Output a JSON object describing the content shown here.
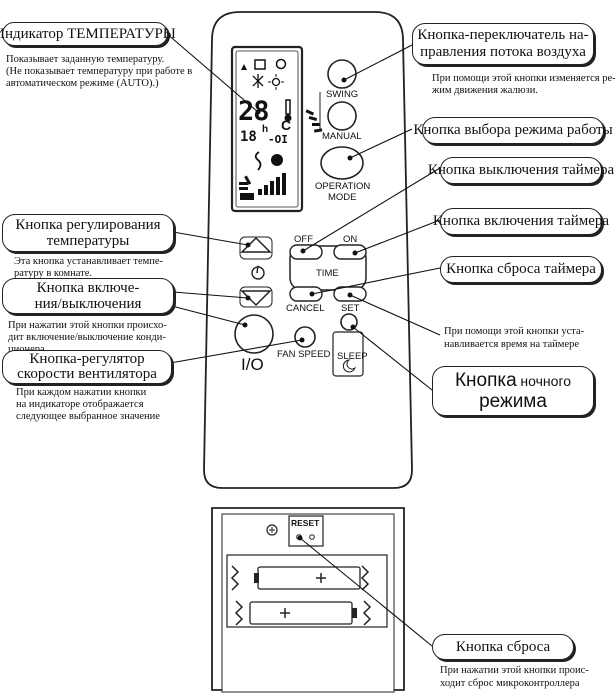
{
  "callouts": {
    "temp_indicator": {
      "title": "Индикатор ТЕМПЕРАТУРЫ",
      "note1": "Показывает заданную температуру.",
      "note2": "(Не показывает температуру при работе в",
      "note3": "автоматическом режиме (AUTO).)"
    },
    "airflow": {
      "title1": "Кнопка-переключатель на-",
      "title2": "правления потока воздуха",
      "note1": "При помощи этой кнопки изменяется ре-",
      "note2": "жим движения жалюзи."
    },
    "mode": {
      "title": "Кнопка выбора режима работы"
    },
    "timer_off": {
      "title": "Кнопка выключения таймера"
    },
    "timer_on": {
      "title": "Кнопка включения таймера"
    },
    "timer_reset": {
      "title": "Кнопка  сброса таймера"
    },
    "timer_set": {
      "note1": "При помощи этой кнопки уста-",
      "note2": "навливается время на таймере"
    },
    "temp_adjust": {
      "title1": "Кнопка регулирования",
      "title2": "температуры",
      "note1": "Эта кнопка устанавливает темпе-",
      "note2": "ратуру в комнате."
    },
    "power": {
      "title1": "Кнопка включе-",
      "title2": "ния/выключения",
      "note1": "При нажатии этой кнопки происхо-",
      "note2": "дит включение/выключение конди-",
      "note3": "ционера"
    },
    "fan": {
      "title1": "Кнопка-регулятор",
      "title2": "скорости вентилятора",
      "note1": "При каждом нажатии кнопки",
      "note2": "на индикаторе отображается",
      "note3": "следующее выбранное значение"
    },
    "sleep": {
      "title1": "Кнопка",
      "title1b": "ночного",
      "title2": "режима"
    },
    "reset": {
      "title": "Кнопка сброса",
      "note1": "При нажатии этой кнопки проис-",
      "note2": "ходит сброс микроконтроллера"
    }
  },
  "remote": {
    "swing": "SWING",
    "manual": "MANUAL",
    "operation1": "OPERATION",
    "operation2": "MODE",
    "off": "OFF",
    "on": "ON",
    "time": "TIME",
    "cancel": "CANCEL",
    "set": "SET",
    "fan_speed": "FAN SPEED",
    "power": "I/O",
    "sleep": "SLEEP",
    "info": "i",
    "reset": "RESET",
    "lcd_temp": "28",
    "lcd_unit": "C",
    "lcd_time": "18",
    "lcd_h": "h",
    "lcd_onoff": "-OI"
  },
  "icons": [
    "up-arrow-icon",
    "down-arrow-icon",
    "info-icon",
    "moon-icon",
    "plus-icon",
    "thermometer-icon",
    "fan-icon",
    "snowflake-icon",
    "sun-icon"
  ]
}
